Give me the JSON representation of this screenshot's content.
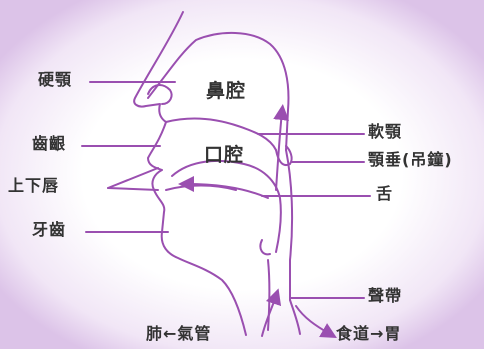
{
  "diagram": {
    "labels": {
      "hard_palate": "硬顎",
      "gum_ridge": "齒齦",
      "lips": "上下唇",
      "teeth": "牙齒",
      "nasal_cavity": "鼻腔",
      "oral_cavity": "口腔",
      "soft_palate": "軟顎",
      "uvula": "顎垂(吊鐘)",
      "tongue": "舌",
      "vocal_cords": "聲帶",
      "trachea": "肺←氣管",
      "esophagus": "食道→胃"
    },
    "colors": {
      "background_glow": "#e8d6f0",
      "outline": "#9a4fb0",
      "leader_line": "#9a4fb0",
      "text": "#333333"
    }
  }
}
